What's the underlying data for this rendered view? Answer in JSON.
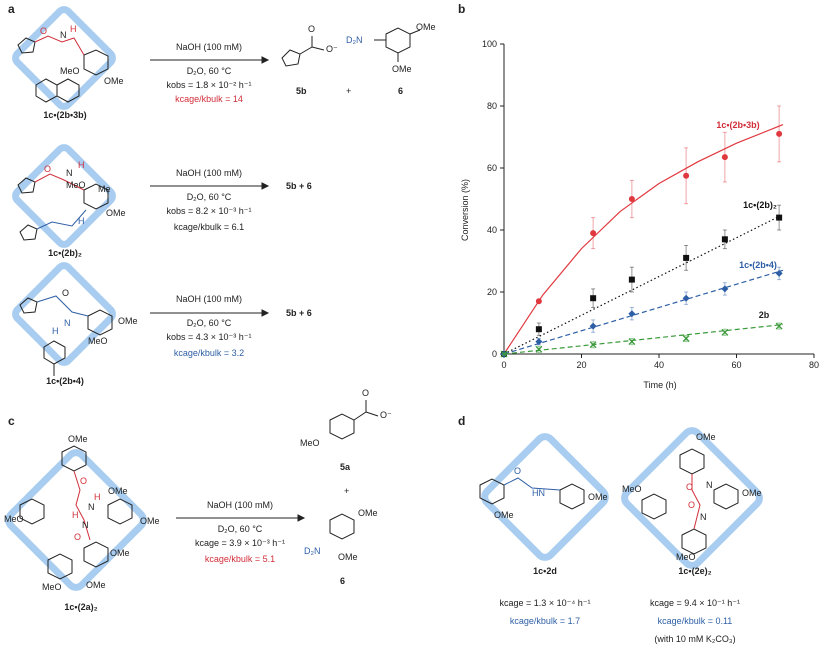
{
  "panels": {
    "a": "a",
    "b": "b",
    "c": "c",
    "d": "d"
  },
  "reaction_common": {
    "condition": "NaOH (100 mM)",
    "temp": "D₂O, 60 °C"
  },
  "row1": {
    "kobs": "kobs = 1.8 × 10⁻² h⁻¹",
    "ratio": "kcage/kbulk = 14",
    "complex": "1c•(2b•3b)",
    "prod1": "5b",
    "prod2": "6",
    "plus": "+",
    "label_MeO": "MeO",
    "label_OMe": "OMe",
    "label_N": "N",
    "label_H": "H",
    "label_O": "O",
    "prod_OMe_top": "OMe",
    "prod_OMe_bot": "OMe",
    "prod_D2N": "D₂N",
    "carboxylate": "O⁻",
    "carbonyl": "O"
  },
  "row2": {
    "kobs": "kobs = 8.2 × 10⁻³ h⁻¹",
    "ratio": "kcage/kbulk = 6.1",
    "complex": "1c•(2b)₂",
    "products": "5b + 6",
    "label_MeO": "MeO",
    "label_OMe": "OMe",
    "label_Me": "Me",
    "label_H1": "H",
    "label_H2": "H",
    "label_N": "N",
    "label_O": "O"
  },
  "row3": {
    "kobs": "kobs = 4.3 × 10⁻³ h⁻¹",
    "ratio": "kcage/kbulk = 3.2",
    "complex": "1c•(2b•4)",
    "products": "5b + 6",
    "label_MeO": "MeO",
    "label_OMe": "OMe",
    "label_H": "H",
    "label_N": "N",
    "label_O": "O"
  },
  "panel_c": {
    "kcage": "kcage = 3.9 × 10⁻³ h⁻¹",
    "ratio": "kcage/kbulk = 5.1",
    "complex": "1c•(2a)₂",
    "prod1": "5a",
    "prod2": "6",
    "plus": "+",
    "labels_OMe": [
      "OMe",
      "OMe",
      "OMe",
      "OMe",
      "OMe"
    ],
    "labels_MeO": [
      "MeO",
      "MeO"
    ],
    "label_H1": "H",
    "label_H2": "H",
    "label_N1": "N",
    "label_N2": "N",
    "label_O1": "O",
    "label_O2": "O",
    "prod_MeO": "MeO",
    "carboxylate": "O⁻",
    "carbonyl": "O",
    "prod_D2N": "D₂N",
    "prod_OMe_top": "OMe",
    "prod_OMe_bot": "OMe"
  },
  "panel_d": {
    "left": {
      "complex": "1c•2d",
      "kcage": "kcage = 1.3 × 10⁻⁴ h⁻¹",
      "ratio": "kcage/kbulk = 1.7",
      "label_O": "O",
      "label_HN": "HN",
      "label_OMe1": "OMe",
      "label_OMe2": "OMe"
    },
    "right": {
      "complex": "1c•(2e)₂",
      "kcage": "kcage = 9.4 × 10⁻¹ h⁻¹",
      "ratio": "kcage/kbulk = 0.11",
      "note": "(with 10 mM K₂CO₃)",
      "label_OMe_top": "OMe",
      "label_OMe_right": "OMe",
      "label_MeO_left": "MeO",
      "label_MeO_bot": "MeO",
      "label_N1": "N",
      "label_N2": "N",
      "label_O1": "O",
      "label_O2": "O"
    }
  },
  "colors": {
    "cage": "#a8cdf0",
    "red": "#d12f3a",
    "blue": "#2e5fa6",
    "green": "#3a7d3a",
    "black": "#111111"
  },
  "chart_data": {
    "type": "scatter",
    "xlabel": "Time (h)",
    "ylabel": "Conversion (%)",
    "xlim": [
      0,
      80
    ],
    "ylim": [
      0,
      100
    ],
    "xticks": [
      0,
      20,
      40,
      60,
      80
    ],
    "yticks": [
      0,
      20,
      40,
      60,
      80,
      100
    ],
    "series": [
      {
        "name": "1c•(2b•3b)",
        "color": "#e0383f",
        "marker": "circle",
        "line": "solid",
        "x": [
          0,
          9,
          23,
          33,
          47,
          57,
          71
        ],
        "y": [
          0,
          17,
          39,
          50,
          57.5,
          63.5,
          71
        ],
        "err": [
          0,
          0,
          5,
          6,
          9,
          8,
          9
        ],
        "fit": [
          [
            0,
            0
          ],
          [
            10,
            19
          ],
          [
            20,
            34
          ],
          [
            30,
            46
          ],
          [
            40,
            55
          ],
          [
            50,
            62
          ],
          [
            60,
            68
          ],
          [
            72,
            74
          ]
        ]
      },
      {
        "name": "1c•(2b)₂",
        "color": "#111111",
        "marker": "square",
        "line": "dotted",
        "x": [
          0,
          9,
          23,
          33,
          47,
          57,
          71
        ],
        "y": [
          0,
          8,
          18,
          24,
          31,
          37,
          44
        ],
        "err": [
          0,
          2,
          3,
          4,
          4,
          3,
          4
        ],
        "fit": [
          [
            0,
            0
          ],
          [
            72,
            45
          ]
        ]
      },
      {
        "name": "1c•(2b•4)",
        "color": "#2e5fa6",
        "marker": "diamond",
        "line": "dashed",
        "x": [
          0,
          9,
          23,
          33,
          47,
          57,
          71
        ],
        "y": [
          0,
          4,
          9,
          13,
          18,
          21,
          26
        ],
        "err": [
          0,
          1,
          2,
          2,
          2,
          2,
          2
        ],
        "fit": [
          [
            0,
            0
          ],
          [
            72,
            27
          ]
        ]
      },
      {
        "name": "2b",
        "color": "#3a9a3a",
        "marker": "x",
        "line": "dashed",
        "x": [
          0,
          9,
          23,
          33,
          47,
          57,
          71
        ],
        "y": [
          0,
          1.5,
          3,
          4,
          5,
          7,
          9
        ],
        "err": [
          0,
          1,
          1,
          1,
          1,
          1,
          1
        ],
        "fit": [
          [
            0,
            0
          ],
          [
            72,
            9.5
          ]
        ]
      }
    ]
  }
}
